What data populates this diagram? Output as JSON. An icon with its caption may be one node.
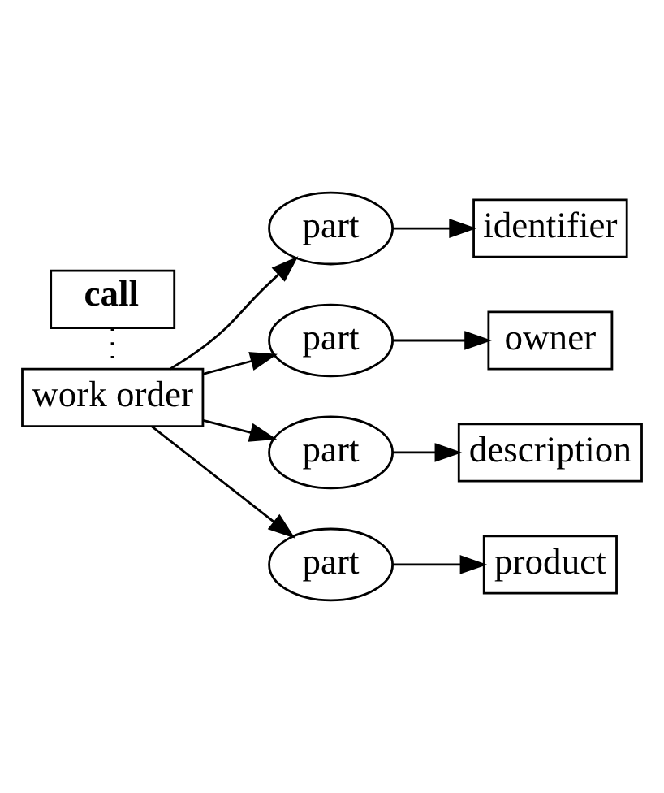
{
  "diagram": {
    "nodes": [
      {
        "text": [
          "call"
        ]
      },
      {
        "text": [
          "work order"
        ]
      },
      {
        "text": [
          "part"
        ]
      },
      {
        "text": [
          "identifier"
        ]
      },
      {
        "text": [
          "part"
        ]
      },
      {
        "text": [
          "owner"
        ]
      },
      {
        "text": [
          "part"
        ]
      },
      {
        "text": [
          "description"
        ]
      },
      {
        "text": [
          "part"
        ]
      },
      {
        "text": [
          "product"
        ]
      }
    ],
    "edges": [
      {
        "from": 0,
        "to": 1,
        "arrow": "none",
        "style": "dashed"
      },
      {
        "from": 1,
        "to": 2,
        "arrow": "to"
      },
      {
        "from": 2,
        "to": 3,
        "arrow": "to"
      },
      {
        "from": 1,
        "to": 4,
        "arrow": "to"
      },
      {
        "from": 4,
        "to": 5,
        "arrow": "to"
      },
      {
        "from": 1,
        "to": 6,
        "arrow": "to"
      },
      {
        "from": 6,
        "to": 7,
        "arrow": "to"
      },
      {
        "from": 1,
        "to": 8,
        "arrow": "to"
      },
      {
        "from": 8,
        "to": 9,
        "arrow": "to"
      }
    ]
  }
}
